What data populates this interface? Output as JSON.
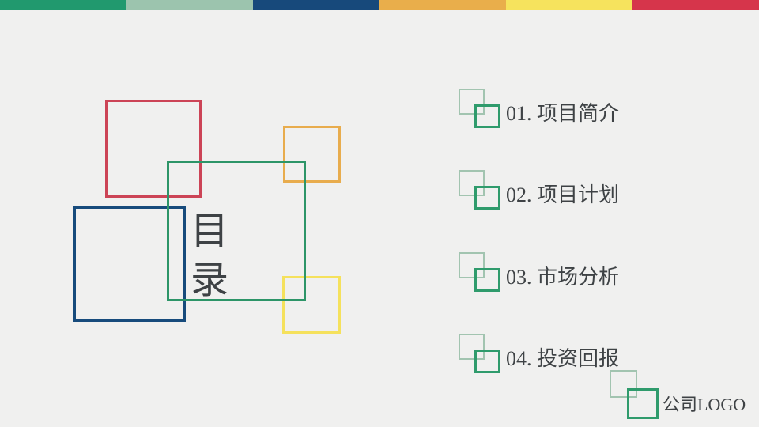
{
  "title": {
    "line1": "目",
    "line2": "录"
  },
  "toc": {
    "items": [
      {
        "label": "01. 项目简介"
      },
      {
        "label": "02. 项目计划"
      },
      {
        "label": "03. 市场分析"
      },
      {
        "label": "04. 投资回报"
      }
    ]
  },
  "logo": {
    "label": "公司LOGO"
  },
  "colors": {
    "background": "#F0F0EF",
    "bar_green": "#21996E",
    "bar_sage": "#9CC4AE",
    "bar_blue": "#17497B",
    "bar_orange": "#E9AE4B",
    "bar_yellow": "#F6E35D",
    "bar_red": "#D6354B",
    "square_red": "#CC4456",
    "square_orange": "#E8AC4D",
    "square_green": "#2D9568",
    "square_blue": "#174B7C",
    "square_yellow": "#F5E15C",
    "square_sage": "#A2C4B0",
    "square_teal": "#2F9B6C",
    "text": "#3E4245"
  }
}
